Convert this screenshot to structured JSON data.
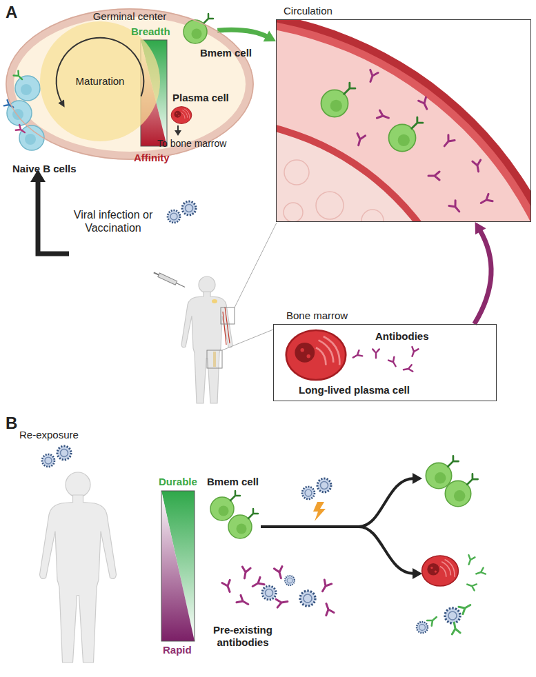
{
  "diagram": {
    "nodes": [
      {
        "text": [
          "Germinal center"
        ]
      },
      {
        "text": [
          "Maturation"
        ],
        "in": 0
      },
      {
        "text": [
          "Circulation"
        ]
      },
      {
        "text": [
          "Bone marrow",
          "Antibodies",
          "Long-lived plasma cell"
        ]
      }
    ],
    "edges": [
      {
        "from": 0,
        "to": 2,
        "arrow": "to"
      },
      {
        "from": 3,
        "to": 2,
        "arrow": "to"
      }
    ],
    "labels": [
      "A",
      "Breadth",
      "Bmem cell",
      "Naive B cells",
      "Affinity",
      "Plasma cell",
      "To bone marrow",
      "Viral infection or Vaccination",
      "B",
      "Re-exposure",
      "Durable",
      "Bmem cell",
      "Rapid",
      "Pre-existing antibodies"
    ]
  }
}
